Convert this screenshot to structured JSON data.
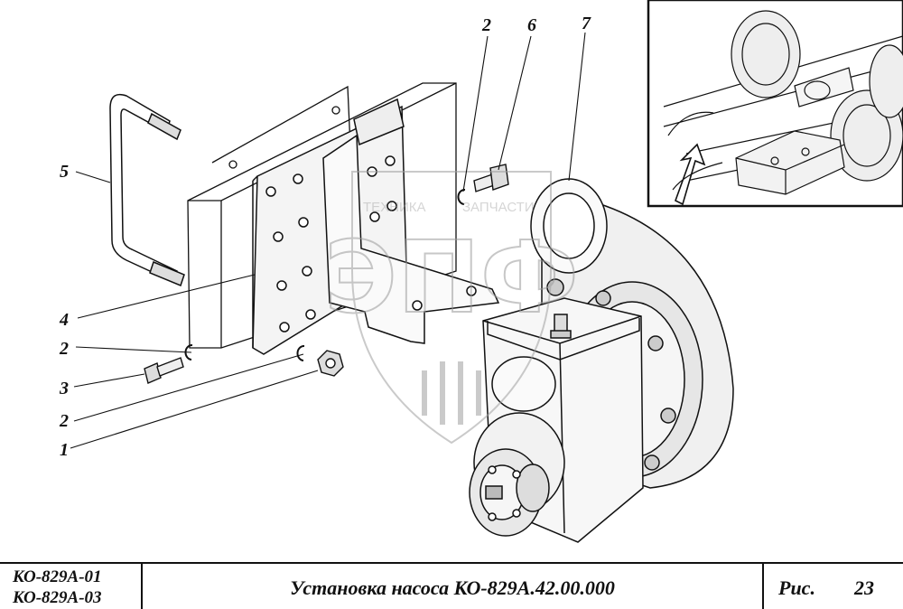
{
  "drawing": {
    "callouts": [
      "2",
      "6",
      "7",
      "5",
      "4",
      "2",
      "3",
      "2",
      "1"
    ],
    "watermark": {
      "left_text": "ТЕХНИКА",
      "right_text": "ЗАПЧАСТИ",
      "logo_text": "ЭПФ"
    }
  },
  "title_block": {
    "models": [
      "КО-829А-01",
      "КО-829А-03"
    ],
    "title": "Установка насоса КО-829А.42.00.000",
    "fig_label": "Рис.",
    "fig_number": "23"
  },
  "colors": {
    "ink": "#111111",
    "watermark": "#9a9a9a",
    "background": "#ffffff"
  }
}
